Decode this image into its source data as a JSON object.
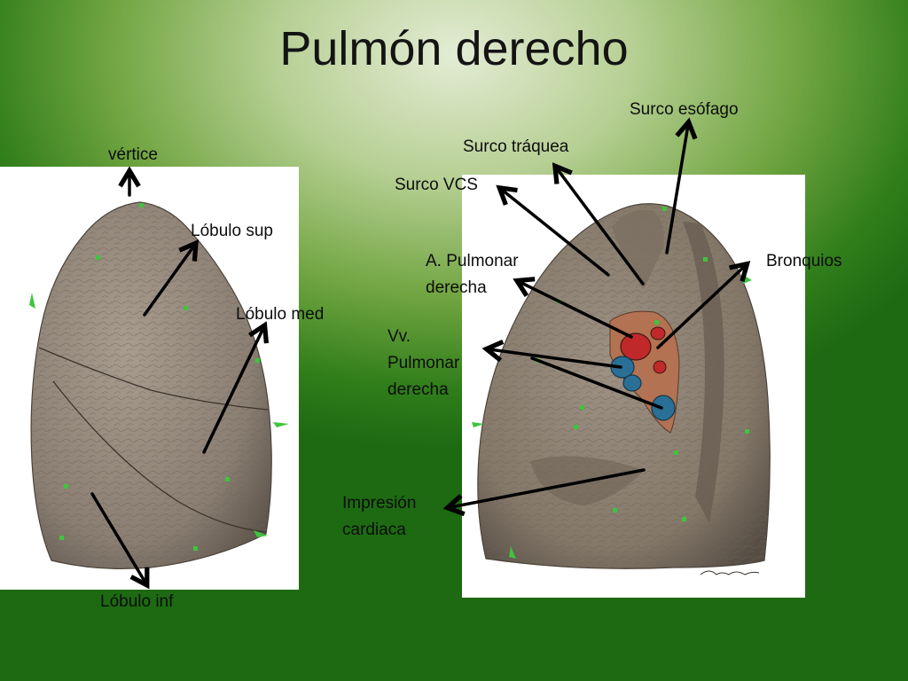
{
  "title": "Pulmón derecho",
  "labels": {
    "vertice": "vértice",
    "lobulo_sup": "Lóbulo sup",
    "lobulo_med": "Lóbulo med",
    "lobulo_inf": "Lóbulo inf",
    "surco_esofago": "Surco esófago",
    "surco_traquea": "Surco tráquea",
    "surco_vcs": "Surco VCS",
    "arteria_pulmonar": "A. Pulmonar\nderecha",
    "venas_pulmonares": "Vv.\nPulmonar\nderecha",
    "bronquios": "Bronquios",
    "impresion_cardiaca": "Impresión\ncardiaca"
  },
  "colors": {
    "background_green": "#2f7d1a",
    "lung_tissue": "#8f8478",
    "arrow": "#000000",
    "artery": "#c0282a",
    "vein": "#2a6f96"
  }
}
